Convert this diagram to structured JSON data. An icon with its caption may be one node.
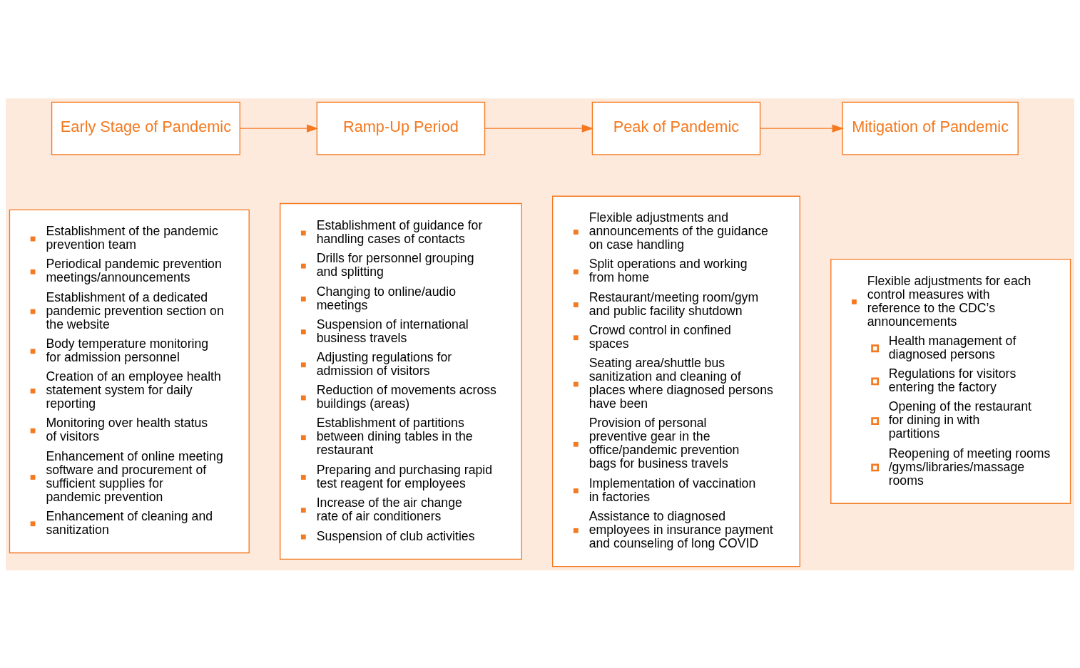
{
  "diagram": {
    "nodes": [
      {
        "text": [
          "Early Stage of Pandemic"
        ]
      },
      {
        "text": [
          "Ramp-Up Period"
        ]
      },
      {
        "text": [
          "Peak of Pandemic"
        ]
      },
      {
        "text": [
          "Mitigation of Pandemic"
        ]
      },
      {
        "text": [
          "Establishment of the pandemic prevention team",
          "Periodical pandemic prevention meetings/announcements",
          "Establishment of a dedicated pandemic prevention section on the website",
          "Body temperature monitoring for admission personnel",
          "Creation of an employee health statement system for daily reporting",
          "Monitoring over health status of visitors",
          "Enhancement of online meeting software and procurement of sufficient supplies for pandemic prevention",
          "Enhancement of cleaning and sanitization"
        ]
      },
      {
        "text": [
          "Establishment of guidance for handling cases of contacts",
          "Drills for personnel grouping and splitting",
          "Changing to online/audio meetings",
          "Suspension of international business travels",
          "Adjusting regulations for admission of visitors",
          "Reduction of movements across buildings (areas)",
          "Establishment of partitions between dining tables in the restaurant",
          "Preparing and purchasing rapid test reagent for employees",
          "Increase of the air change rate of air conditioners",
          "Suspension of club activities"
        ]
      },
      {
        "text": [
          "Flexible adjustments and announcements of the guidance on case handling",
          "Split operations and working from home",
          "Restaurant/meeting room/gym and public facility shutdown",
          "Crowd control in confined spaces",
          "Seating area/shuttle bus sanitization and cleaning of places where diagnosed persons have been",
          "Provision of personal preventive gear in the office/pandemic prevention bags for business travels",
          "Implementation of vaccination in factories",
          "Assistance to diagnosed employees in insurance payment and counseling of long COVID"
        ]
      },
      {
        "text": [
          "Flexible adjustments for each control measures with reference to the CDC’s announcements",
          "Health management of diagnosed persons",
          "Regulations for visitors entering the factory",
          "Opening of the restaurant for dining in with partitions",
          "Reopening of meeting rooms/gyms/libraries/massage rooms"
        ]
      }
    ],
    "edges": [
      {
        "from": 0,
        "to": 1,
        "arrow": "to"
      },
      {
        "from": 1,
        "to": 2,
        "arrow": "to"
      },
      {
        "from": 2,
        "to": 3,
        "arrow": "to"
      }
    ]
  }
}
